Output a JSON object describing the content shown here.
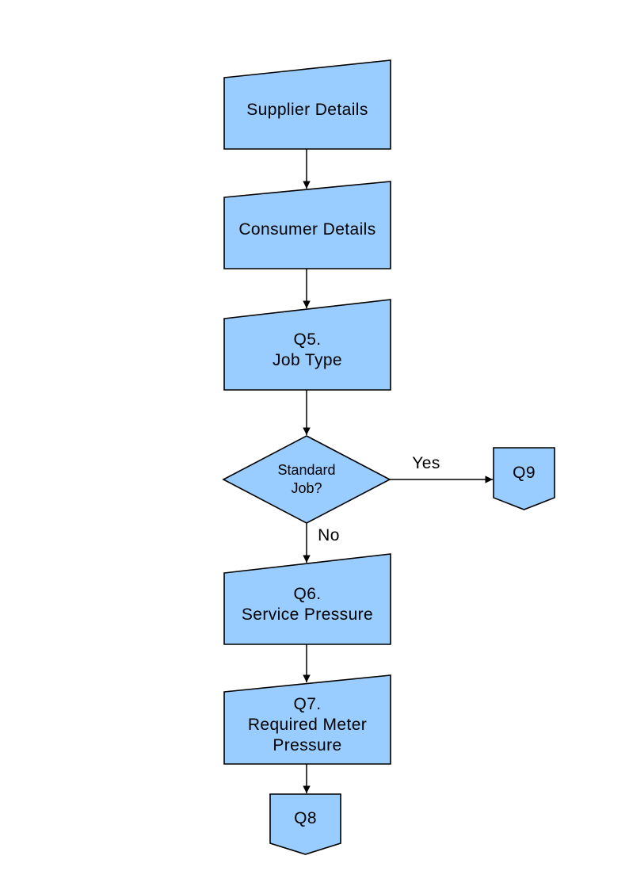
{
  "page": {
    "background": "#FFFFFF"
  },
  "diagram": {
    "colors": {
      "shape_fill": "#99CCFF",
      "shape_stroke": "#000000",
      "connector": "#000000"
    },
    "nodes": {
      "supplier": {
        "label": "Supplier Details",
        "type": "manual-input"
      },
      "consumer": {
        "label": "Consumer Details",
        "type": "manual-input"
      },
      "q5": {
        "label": "Q5.\nJob Type",
        "type": "manual-input"
      },
      "decision": {
        "label": "Standard\nJob?",
        "type": "decision"
      },
      "q9": {
        "label": "Q9",
        "type": "off-page-connector"
      },
      "q6": {
        "label": "Q6.\nService Pressure",
        "type": "manual-input"
      },
      "q7": {
        "label": "Q7.\nRequired Meter\nPressure",
        "type": "manual-input"
      },
      "q8": {
        "label": "Q8",
        "type": "off-page-connector"
      }
    },
    "edge_labels": {
      "yes": "Yes",
      "no": "No"
    }
  }
}
